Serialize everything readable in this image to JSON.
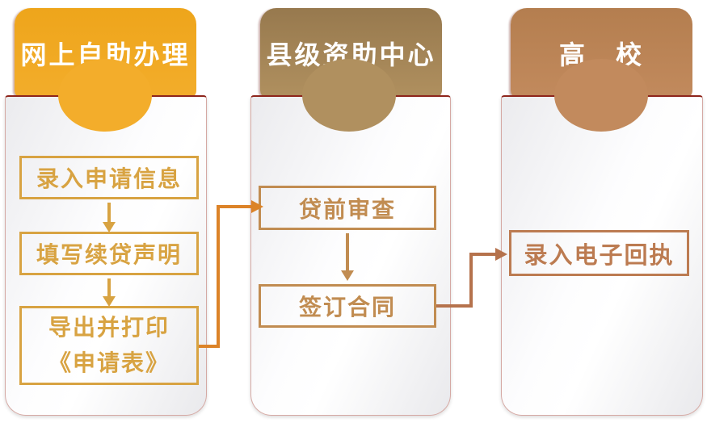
{
  "columns": [
    {
      "header": "网上自助办理",
      "steps": [
        {
          "label": "录入申请信息"
        },
        {
          "label": "填写续贷声明"
        },
        {
          "label": "导出并打印\n《申请表》"
        }
      ]
    },
    {
      "header": "县级资助中心",
      "steps": [
        {
          "label": "贷前审查"
        },
        {
          "label": "签订合同"
        }
      ]
    },
    {
      "header": "高　校",
      "steps": [
        {
          "label": "录入电子回执"
        }
      ]
    }
  ],
  "colors": {
    "tab1_top": "#EEA51B",
    "tab1_bottom": "#F3AD2B",
    "tab2_top": "#97794E",
    "tab2_bottom": "#B0905F",
    "tab3_top": "#B47E4F",
    "tab3_bottom": "#C28A5D",
    "col1_accent": "#D8A342",
    "col2_accent": "#C18C51",
    "col3_accent": "#BC7B51",
    "conn_left_middle": "#DC8328",
    "conn_middle_right": "#B5724C",
    "card_border": "#D5A9A4",
    "card_top_border": "#8E251C",
    "header_text": "#FFFFFF"
  }
}
